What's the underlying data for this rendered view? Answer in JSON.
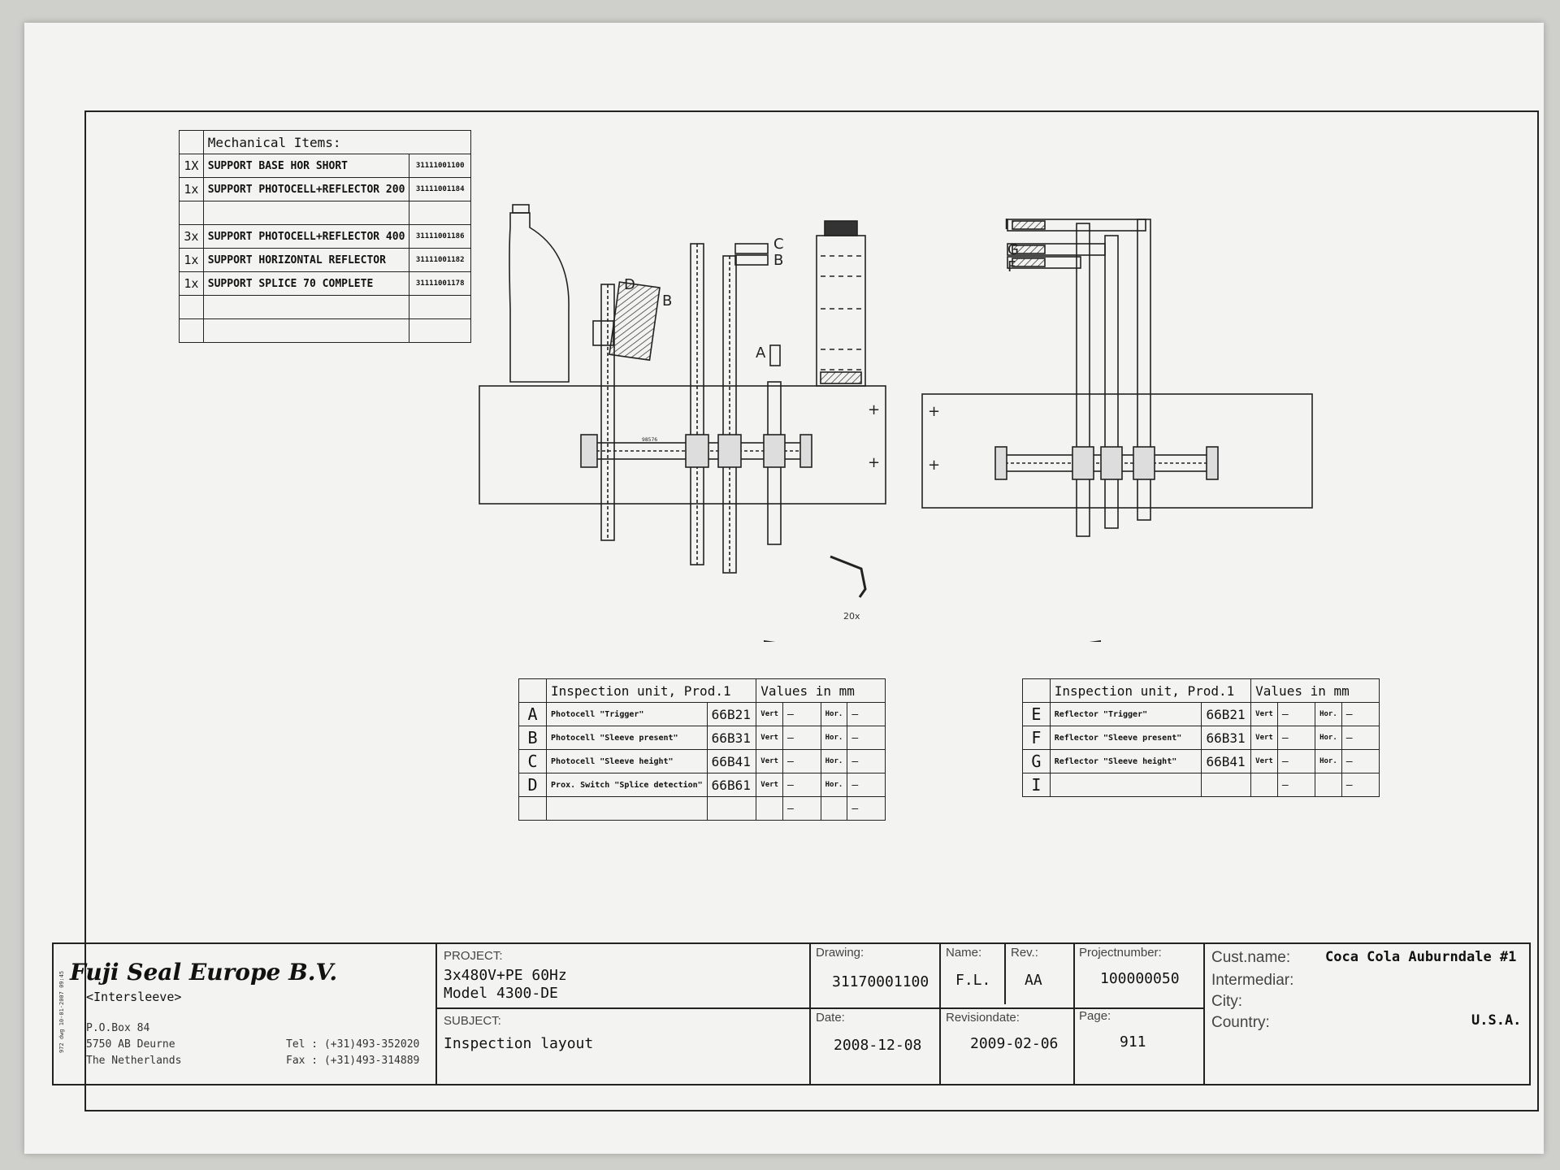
{
  "mechanical": {
    "title": "Mechanical Items:",
    "rows": [
      {
        "qty": "1X",
        "desc": "SUPPORT BASE HOR SHORT",
        "part": "31111001100"
      },
      {
        "qty": "1x",
        "desc": "SUPPORT PHOTOCELL+REFLECTOR 200",
        "part": "31111001184"
      },
      {
        "qty": "",
        "desc": "",
        "part": ""
      },
      {
        "qty": "3x",
        "desc": "SUPPORT PHOTOCELL+REFLECTOR 400",
        "part": "31111001186"
      },
      {
        "qty": "1x",
        "desc": "SUPPORT HORIZONTAL REFLECTOR",
        "part": "31111001182"
      },
      {
        "qty": "1x",
        "desc": "SUPPORT SPLICE 70 COMPLETE",
        "part": "31111001178"
      },
      {
        "qty": "",
        "desc": "",
        "part": ""
      },
      {
        "qty": "",
        "desc": "",
        "part": ""
      }
    ]
  },
  "drawing_labels": {
    "c": "C",
    "b": "B",
    "d": "D",
    "b2": "B",
    "a": "A",
    "i": "I",
    "g": "G",
    "f": "F",
    "plus": "+",
    "qty_handle": "20x",
    "dim": "98576"
  },
  "inspection_left": {
    "title": "Inspection unit, Prod.1",
    "values_header": "Values in mm",
    "rows": [
      {
        "id": "A",
        "desc": "Photocell \"Trigger\"",
        "code": "66B21",
        "vert": "Vert",
        "vval": "–",
        "hor": "Hor.",
        "hval": "–"
      },
      {
        "id": "B",
        "desc": "Photocell \"Sleeve present\"",
        "code": "66B31",
        "vert": "Vert",
        "vval": "–",
        "hor": "Hor.",
        "hval": "–"
      },
      {
        "id": "C",
        "desc": "Photocell \"Sleeve height\"",
        "code": "66B41",
        "vert": "Vert",
        "vval": "–",
        "hor": "Hor.",
        "hval": "–"
      },
      {
        "id": "D",
        "desc": "Prox. Switch \"Splice detection\"",
        "code": "66B61",
        "vert": "Vert",
        "vval": "–",
        "hor": "Hor.",
        "hval": "–"
      },
      {
        "id": "",
        "desc": "",
        "code": "",
        "vert": "",
        "vval": "–",
        "hor": "",
        "hval": "–"
      }
    ]
  },
  "inspection_right": {
    "title": "Inspection unit, Prod.1",
    "values_header": "Values in mm",
    "rows": [
      {
        "id": "E",
        "desc": "Reflector \"Trigger\"",
        "code": "66B21",
        "vert": "Vert",
        "vval": "–",
        "hor": "Hor.",
        "hval": "–"
      },
      {
        "id": "F",
        "desc": "Reflector \"Sleeve present\"",
        "code": "66B31",
        "vert": "Vert",
        "vval": "–",
        "hor": "Hor.",
        "hval": "–"
      },
      {
        "id": "G",
        "desc": "Reflector \"Sleeve height\"",
        "code": "66B41",
        "vert": "Vert",
        "vval": "–",
        "hor": "Hor.",
        "hval": "–"
      },
      {
        "id": "I",
        "desc": "",
        "code": "",
        "vert": "",
        "vval": "–",
        "hor": "",
        "hval": "–"
      }
    ]
  },
  "title_block": {
    "company": "Fuji Seal Europe B.V.",
    "subtitle": "<Intersleeve>",
    "address": [
      "P.O.Box 84",
      "5750 AB  Deurne",
      "The Netherlands"
    ],
    "tel": "Tel  :  (+31)493-352020",
    "fax": "Fax  :  (+31)493-314889",
    "side_note": "972 dwg 10-01-2007 09:45",
    "project_label": "PROJECT:",
    "project_line1": "3x480V+PE 60Hz",
    "project_line2": "Model 4300-DE",
    "subject_label": "SUBJECT:",
    "subject": "Inspection layout",
    "drawing_label": "Drawing:",
    "drawing": "31170001100",
    "name_label": "Name:",
    "name": "F.L.",
    "rev_label": "Rev.:",
    "rev": "AA",
    "projnum_label": "Projectnumber:",
    "projnum": "100000050",
    "date_label": "Date:",
    "date": "2008-12-08",
    "revdate_label": "Revisiondate:",
    "revdate": "2009-02-06",
    "page_label": "Page:",
    "page": "911",
    "cust_label": "Cust.name:",
    "cust": "Coca Cola Auburndale #1",
    "inter_label": "Intermediar:",
    "city_label": "City:",
    "country_label": "Country:",
    "country": "U.S.A."
  }
}
